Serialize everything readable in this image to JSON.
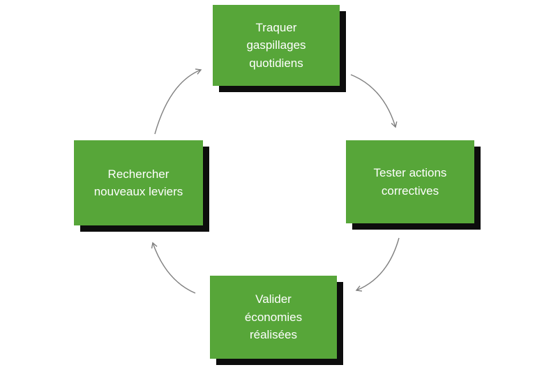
{
  "diagram": {
    "type": "cycle",
    "direction": "clockwise",
    "background_color": "#ffffff",
    "box_fill_color": "#57a639",
    "box_shadow_color": "#0d0d0d",
    "text_color": "#ffffff",
    "arrow_color": "#7f7f7f",
    "steps": [
      {
        "position": "top",
        "label": "Traquer\ngaspillages\nquotidiens"
      },
      {
        "position": "right",
        "label": "Tester actions\ncorrectives"
      },
      {
        "position": "bottom",
        "label": "Valider\néconomies\nréalisées"
      },
      {
        "position": "left",
        "label": "Rechercher\nnouveaux leviers"
      }
    ],
    "arrows": [
      {
        "from": "left",
        "to": "top"
      },
      {
        "from": "top",
        "to": "right"
      },
      {
        "from": "right",
        "to": "bottom"
      },
      {
        "from": "bottom",
        "to": "left"
      }
    ]
  }
}
